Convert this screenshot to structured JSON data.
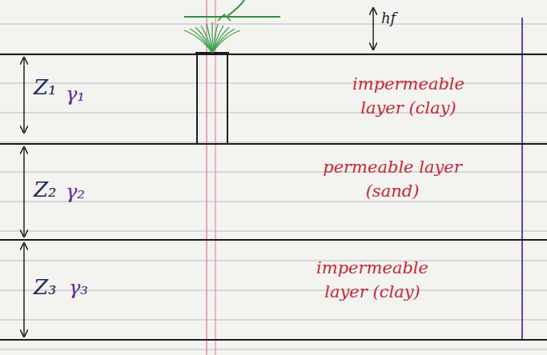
{
  "diagram": {
    "nodes": [
      {
        "text": [
          "impermeable layer (clay)"
        ]
      },
      {
        "text": [
          "permeable layer (sand)"
        ]
      },
      {
        "text": [
          "impermeable layer (clay)"
        ]
      }
    ],
    "labels": [
      "hf",
      "Z₁",
      "γ₁",
      "Z₂",
      "γ₂",
      "Z₃",
      "γ₃"
    ]
  }
}
